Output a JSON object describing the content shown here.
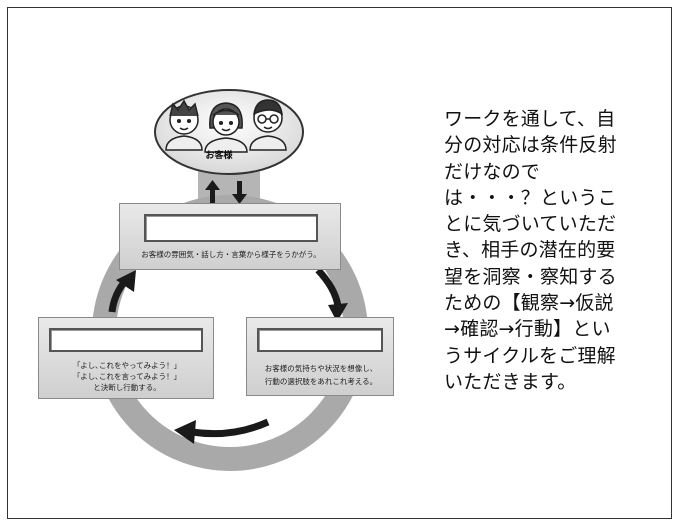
{
  "customers": {
    "label": "お客様"
  },
  "boxes": {
    "top": {
      "caption": "お客様の雰囲気・話し方・言葉から様子をうかがう。"
    },
    "right": {
      "caption_lines": [
        "お客様の気持ちや状況を想像し、",
        "行動の選択肢をあれこれ考える。"
      ]
    },
    "left": {
      "caption_lines": [
        "「よし､これをやってみよう！」",
        "「よし､これを言ってみよう！」",
        "と決断し行動する。"
      ]
    }
  },
  "description_lines": [
    "ワークを通して、自",
    "分の対応は条件反射",
    "だけなので",
    "は・・・？というこ",
    "とに気づいていただ",
    "き、相手の潜在的要",
    "望を洞察・察知する",
    "ための【観察→仮説",
    "→確認→行動】とい",
    "うサイクルをご理解",
    "いただきます。"
  ],
  "colors": {
    "ring": "#a9a9a9",
    "arrow": "#1a1a1a",
    "box": "#dcdcdc"
  }
}
